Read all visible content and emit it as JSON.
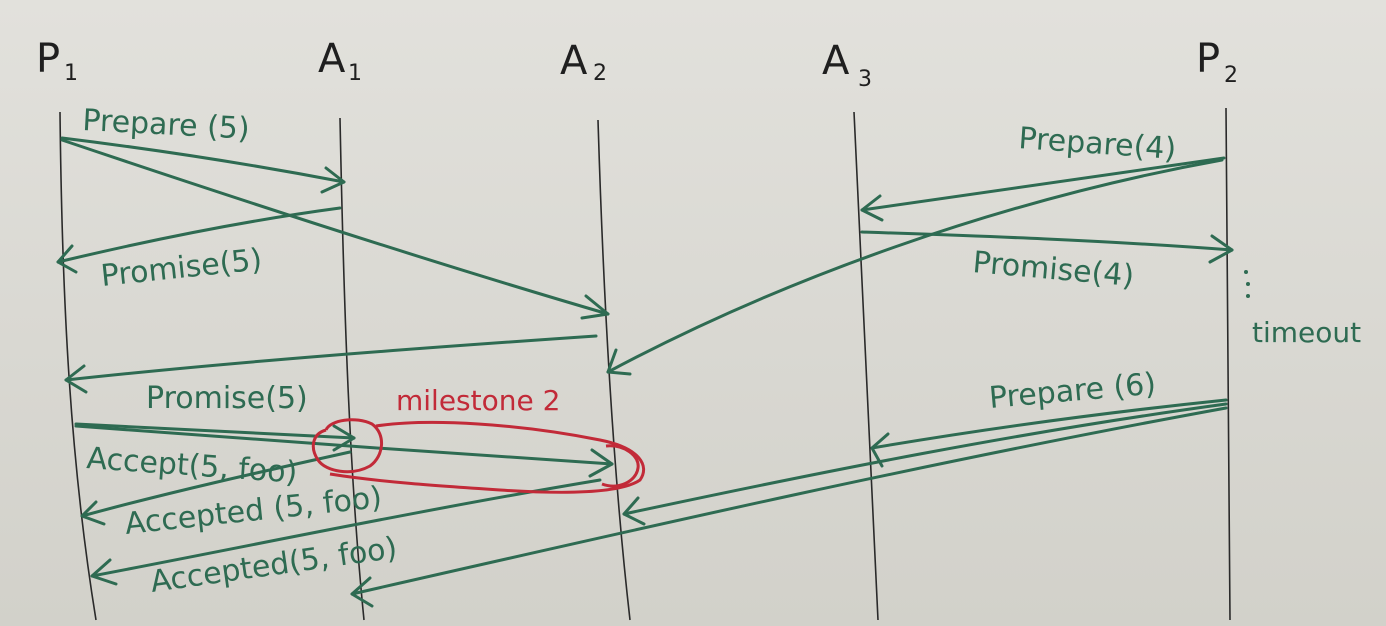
{
  "colors": {
    "ink": "#2a2a2a",
    "message": "#2e6b52",
    "highlight": "#c22a38"
  },
  "lifelines": [
    {
      "id": "P1",
      "title": "P",
      "sub": "1"
    },
    {
      "id": "A1",
      "title": "A",
      "sub": "1"
    },
    {
      "id": "A2",
      "title": "A",
      "sub": "2"
    },
    {
      "id": "A3",
      "title": "A",
      "sub": "3"
    },
    {
      "id": "P2",
      "title": "P",
      "sub": "2"
    }
  ],
  "messages": [
    {
      "from": "P1",
      "to": "A1",
      "label": "Prepare (5)"
    },
    {
      "from": "P1",
      "to": "A2",
      "label": ""
    },
    {
      "from": "A1",
      "to": "P1",
      "label": "Promise(5)"
    },
    {
      "from": "P2",
      "to": "A3",
      "label": "Prepare(4)"
    },
    {
      "from": "A3",
      "to": "P2",
      "label": "Promise(4)"
    },
    {
      "from": "P2",
      "to": "A2",
      "label": ""
    },
    {
      "from": "A2",
      "to": "P1",
      "label": "Promise(5)"
    },
    {
      "from": "P1",
      "to": "A1",
      "label": "Accept(5, foo)"
    },
    {
      "from": "P1",
      "to": "A2",
      "label": ""
    },
    {
      "from": "A1",
      "to": "P1",
      "label": "Accepted (5, foo)"
    },
    {
      "from": "A2",
      "to": "P1",
      "label": "Accepted(5, foo)"
    },
    {
      "from": "P2",
      "to": "A3",
      "label": "Prepare (6)"
    },
    {
      "from": "P2",
      "to": "A2",
      "label": ""
    },
    {
      "from": "P2",
      "to": "A1",
      "label": ""
    }
  ],
  "notes": [
    {
      "id": "timeout",
      "text": "timeout",
      "lifeline": "P2"
    },
    {
      "id": "milestone",
      "text": "milestone 2"
    }
  ]
}
